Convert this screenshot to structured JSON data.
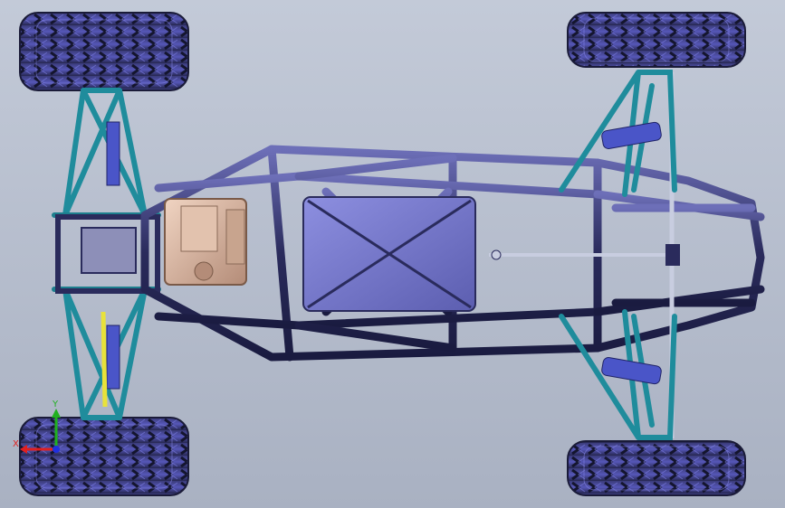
{
  "viewport": {
    "background_top": "#c3cad8",
    "background_bottom": "#a9b1c2"
  },
  "colors": {
    "tire": "#2c2d58",
    "tire_highlight": "#6d6ee0",
    "frame_tube": "#2a2b5c",
    "frame_tube_light": "#5a5ca8",
    "suspension_arm": "#1f8c9c",
    "coilover_spring": "#4a55c8",
    "shock_yellow": "#e8e23a",
    "engine": "#d7b4a0",
    "fuel_tank": "#7a7ccc",
    "steering_rod": "#c8cde0"
  },
  "components": {
    "tires": [
      "front-left-tire",
      "rear-left-tire",
      "front-right-tire",
      "rear-right-tire"
    ],
    "assemblies": [
      "chassis-frame",
      "engine-block",
      "fuel-tank",
      "front-suspension",
      "rear-suspension",
      "steering-rack"
    ]
  },
  "triad": {
    "x_label": "X",
    "y_label": "Y",
    "x_color": "#e02020",
    "y_color": "#20b020",
    "z_color": "#2030e0"
  }
}
